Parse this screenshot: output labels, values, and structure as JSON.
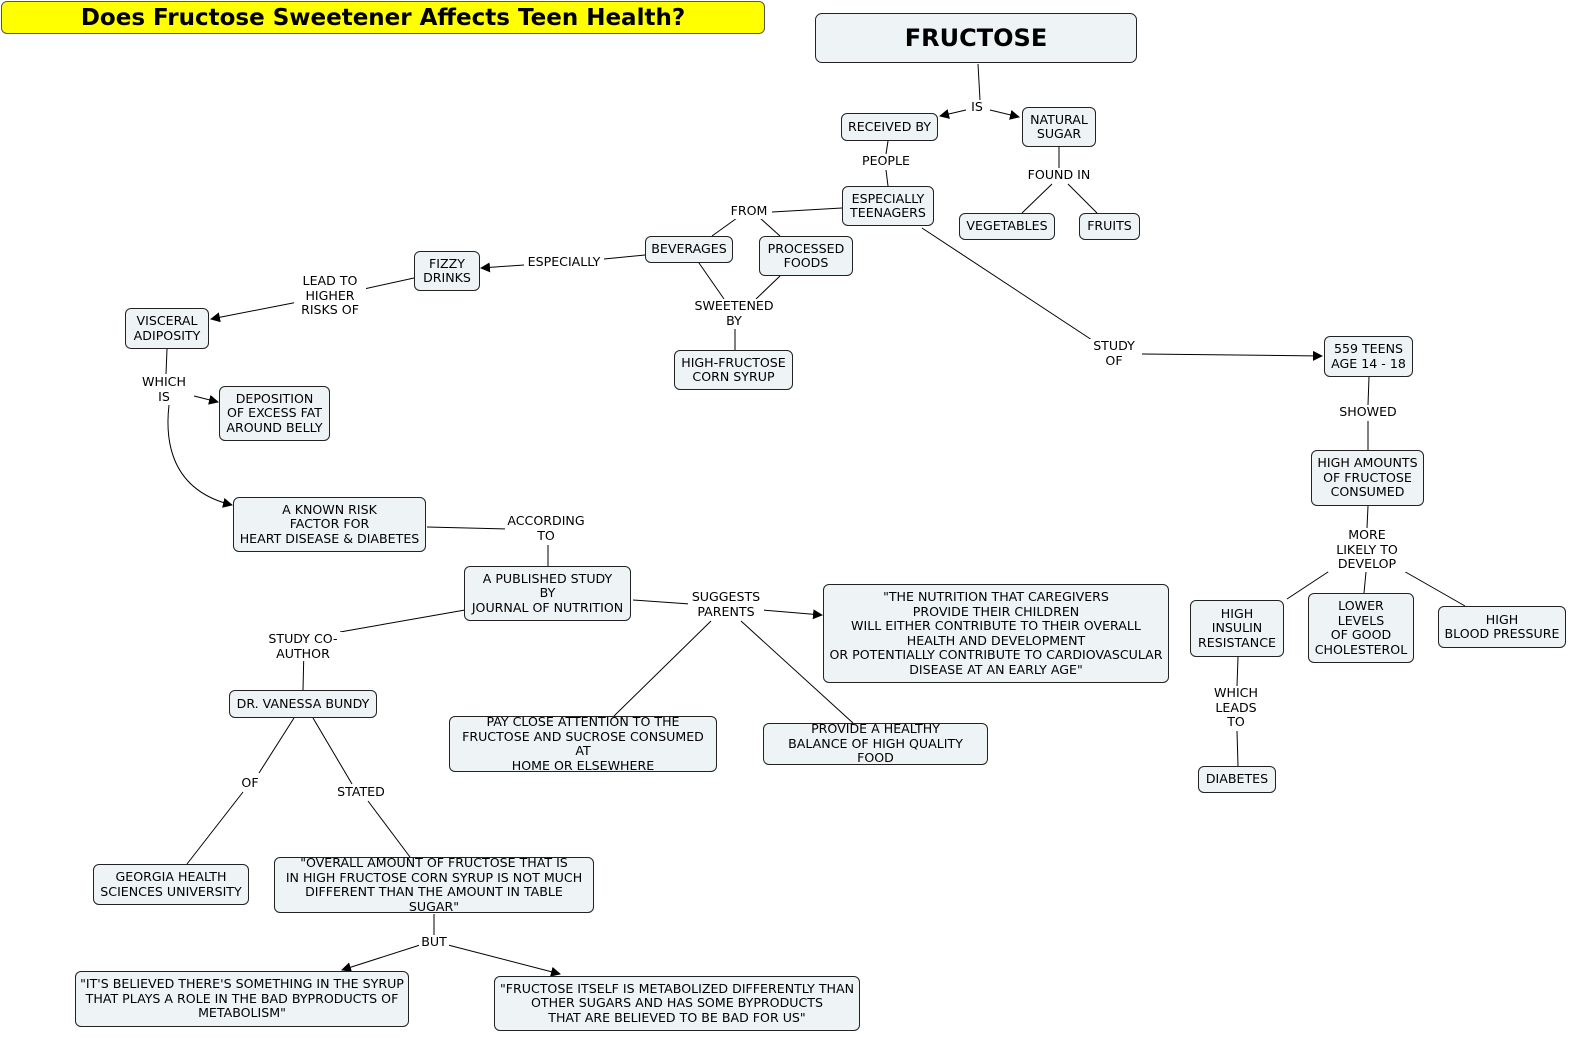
{
  "title": "Does Fructose Sweetener Affects Teen Health?",
  "nodes": {
    "fructose": "FRUCTOSE",
    "received_by": "RECEIVED BY",
    "natural_sugar": "NATURAL\nSUGAR",
    "especially_teenagers": "ESPECIALLY\nTEENAGERS",
    "vegetables": "VEGETABLES",
    "fruits": "FRUITS",
    "beverages": "BEVERAGES",
    "processed_foods": "PROCESSED\nFOODS",
    "fizzy_drinks": "FIZZY\nDRINKS",
    "visceral_adiposity": "VISCERAL\nADIPOSITY",
    "hfcs": "HIGH-FRUCTOSE\nCORN SYRUP",
    "deposition": "DEPOSITION\nOF EXCESS FAT\nAROUND BELLY",
    "risk_factor": "A KNOWN RISK\nFACTOR FOR\nHEART DISEASE & DIABETES",
    "published_study": "A PUBLISHED STUDY\nBY\nJOURNAL OF NUTRITION",
    "nutrition_quote": "\"THE NUTRITION THAT CAREGIVERS\nPROVIDE THEIR CHILDREN\nWILL EITHER CONTRIBUTE TO THEIR OVERALL\nHEALTH AND DEVELOPMENT\nOR POTENTIALLY CONTRIBUTE TO CARDIOVASCULAR\nDISEASE AT AN EARLY AGE\"",
    "dr_bundy": "DR. VANESSA BUNDY",
    "pay_attention": "PAY CLOSE ATTENTION TO THE\nFRUCTOSE AND SUCROSE CONSUMED AT\nHOME OR ELSEWHERE",
    "healthy_balance": "PROVIDE A HEALTHY\nBALANCE OF HIGH QUALITY FOOD",
    "georgia": "GEORGIA HEALTH\nSCIENCES UNIVERSITY",
    "overall_amount": "\"OVERALL AMOUNT OF FRUCTOSE THAT IS\nIN HIGH FRUCTOSE CORN SYRUP IS NOT MUCH\nDIFFERENT THAN THE AMOUNT IN TABLE SUGAR\"",
    "believed_syrup": "\"IT'S BELIEVED THERE'S SOMETHING IN THE SYRUP\nTHAT PLAYS A ROLE IN THE BAD BYPRODUCTS OF\nMETABOLISM\"",
    "metabolized": "\"FRUCTOSE ITSELF IS METABOLIZED DIFFERENTLY THAN\nOTHER SUGARS AND HAS SOME BYPRODUCTS\nTHAT ARE BELIEVED TO BE BAD FOR US\"",
    "teens_559": "559 TEENS\nAGE 14 - 18",
    "high_amounts": "HIGH AMOUNTS\nOF FRUCTOSE\nCONSUMED",
    "insulin": "HIGH\nINSULIN\nRESISTANCE",
    "cholesterol": "LOWER\nLEVELS\nOF GOOD\nCHOLESTEROL",
    "blood_pressure": "HIGH\nBLOOD PRESSURE",
    "diabetes": "DIABETES"
  },
  "links": {
    "is": "IS",
    "people": "PEOPLE",
    "found_in": "FOUND IN",
    "from": "FROM",
    "especially": "ESPECIALLY",
    "sweetened_by": "SWEETENED\nBY",
    "lead_to": "LEAD TO\nHIGHER\nRISKS OF",
    "which_is": "WHICH\nIS",
    "according_to": "ACCORDING\nTO",
    "suggests_parents": "SUGGESTS\nPARENTS",
    "study_coauthor": "STUDY CO-AUTHOR",
    "of": "OF",
    "stated": "STATED",
    "but": "BUT",
    "study_of": "STUDY\nOF",
    "showed": "SHOWED",
    "more_likely": "MORE\nLIKELY TO\nDEVELOP",
    "which_leads": "WHICH\nLEADS\nTO"
  }
}
